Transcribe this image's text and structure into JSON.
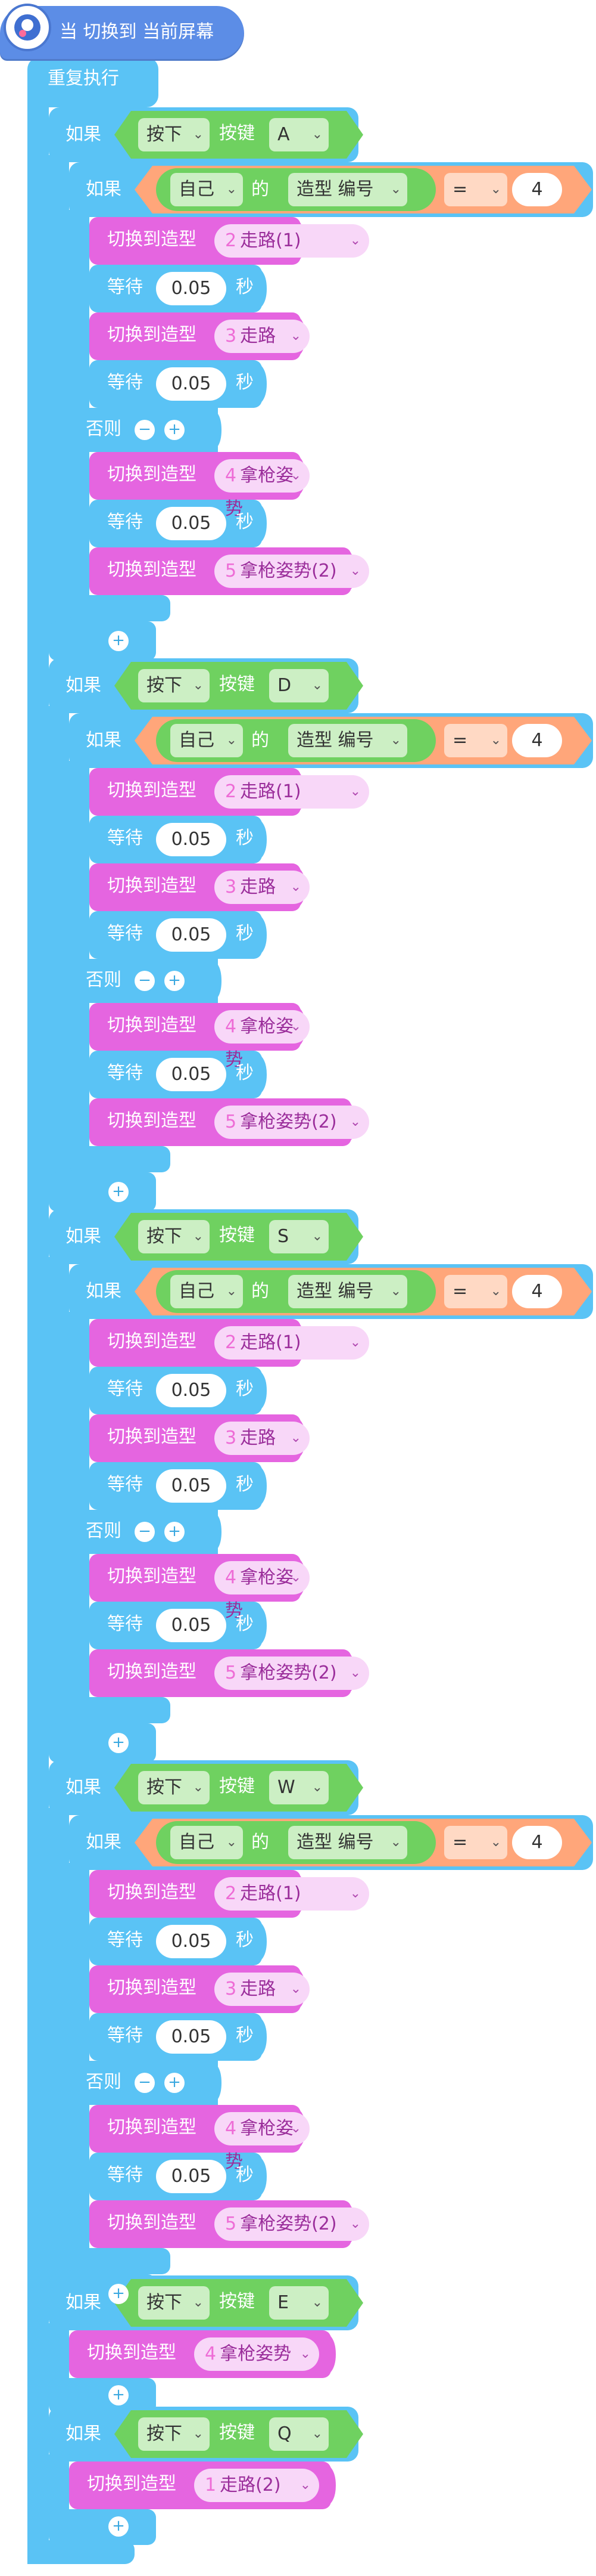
{
  "hat": {
    "label": "当 切换到 当前屏幕"
  },
  "forever": {
    "label": "重复执行"
  },
  "labels": {
    "if": "如果",
    "else": "否则",
    "wait": "等待",
    "seconds": "秒",
    "switch_costume": "切换到造型",
    "press": "按下",
    "key": "按键",
    "self": "自己",
    "of": "的",
    "costume_number": "造型 编号",
    "eq": "=",
    "minus": "−",
    "plus": "+"
  },
  "key_blocks": [
    {
      "key": "A",
      "cond_value": "4",
      "then": [
        {
          "type": "switch",
          "num": "2",
          "name": "走路(1)"
        },
        {
          "type": "wait",
          "value": "0.05"
        },
        {
          "type": "switch",
          "num": "3",
          "name": "走路"
        },
        {
          "type": "wait",
          "value": "0.05"
        }
      ],
      "else": [
        {
          "type": "switch",
          "num": "4",
          "name": "拿枪姿势"
        },
        {
          "type": "wait",
          "value": "0.05"
        },
        {
          "type": "switch",
          "num": "5",
          "name": "拿枪姿势(2)"
        }
      ]
    },
    {
      "key": "D",
      "cond_value": "4",
      "then": [
        {
          "type": "switch",
          "num": "2",
          "name": "走路(1)"
        },
        {
          "type": "wait",
          "value": "0.05"
        },
        {
          "type": "switch",
          "num": "3",
          "name": "走路"
        },
        {
          "type": "wait",
          "value": "0.05"
        }
      ],
      "else": [
        {
          "type": "switch",
          "num": "4",
          "name": "拿枪姿势"
        },
        {
          "type": "wait",
          "value": "0.05"
        },
        {
          "type": "switch",
          "num": "5",
          "name": "拿枪姿势(2)"
        }
      ]
    },
    {
      "key": "S",
      "cond_value": "4",
      "then": [
        {
          "type": "switch",
          "num": "2",
          "name": "走路(1)"
        },
        {
          "type": "wait",
          "value": "0.05"
        },
        {
          "type": "switch",
          "num": "3",
          "name": "走路"
        },
        {
          "type": "wait",
          "value": "0.05"
        }
      ],
      "else": [
        {
          "type": "switch",
          "num": "4",
          "name": "拿枪姿势"
        },
        {
          "type": "wait",
          "value": "0.05"
        },
        {
          "type": "switch",
          "num": "5",
          "name": "拿枪姿势(2)"
        }
      ]
    },
    {
      "key": "W",
      "cond_value": "4",
      "then": [
        {
          "type": "switch",
          "num": "2",
          "name": "走路(1)"
        },
        {
          "type": "wait",
          "value": "0.05"
        },
        {
          "type": "switch",
          "num": "3",
          "name": "走路"
        },
        {
          "type": "wait",
          "value": "0.05"
        }
      ],
      "else": [
        {
          "type": "switch",
          "num": "4",
          "name": "拿枪姿势"
        },
        {
          "type": "wait",
          "value": "0.05"
        },
        {
          "type": "switch",
          "num": "5",
          "name": "拿枪姿势(2)"
        }
      ]
    }
  ],
  "simple_key_blocks": [
    {
      "key": "E",
      "num": "4",
      "name": "拿枪姿势"
    },
    {
      "key": "Q",
      "num": "1",
      "name": "走路(2)"
    }
  ],
  "colors": {
    "hat": "#5c8de6",
    "control": "#5ac3f5",
    "sensing_green": "#6fd160",
    "compare_orange": "#ffa67a",
    "looks_pink": "#e565e0"
  }
}
